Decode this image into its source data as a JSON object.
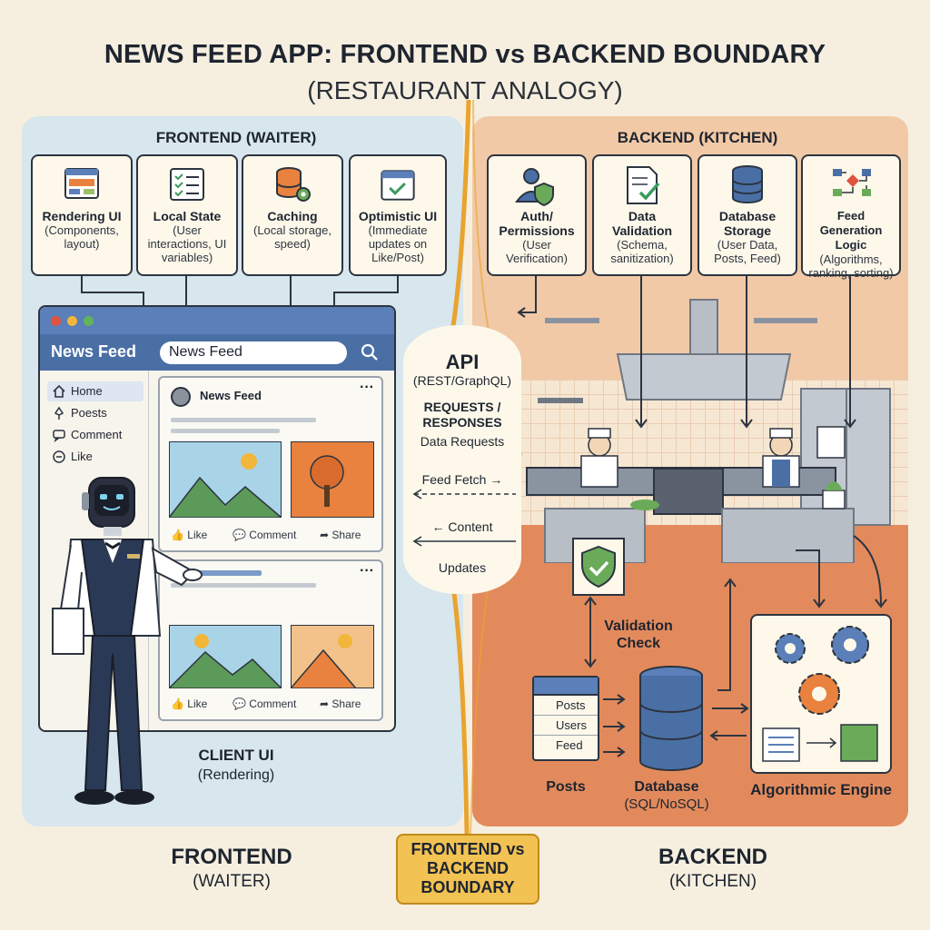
{
  "title": "NEWS FEED APP: FRONTEND vs BACKEND BOUNDARY",
  "subtitle": "(RESTAURANT ANALOGY)",
  "frontend": {
    "heading": "FRONTEND (WAITER)",
    "cards": [
      {
        "icon": "ui-layout-icon",
        "title": "Rendering UI",
        "desc": "(Components, layout)"
      },
      {
        "icon": "checklist-icon",
        "title": "Local State",
        "desc": "(User interactions, UI variables)"
      },
      {
        "icon": "database-gear-icon",
        "title": "Caching",
        "desc": "(Local storage, speed)"
      },
      {
        "icon": "calendar-check-icon",
        "title": "Optimistic UI",
        "desc": "(Immediate updates on Like/Post)"
      }
    ],
    "browser": {
      "app_title": "News Feed",
      "search_value": "News Feed",
      "sidebar": [
        {
          "icon": "home-icon",
          "label": "Home"
        },
        {
          "icon": "pin-icon",
          "label": "Poests"
        },
        {
          "icon": "comment-icon",
          "label": "Comment"
        },
        {
          "icon": "like-icon",
          "label": "Like"
        }
      ],
      "post1_title": "News Feed",
      "actions": {
        "like": "Like",
        "comment": "Comment",
        "share": "Share"
      }
    },
    "client_label": "CLIENT UI",
    "client_sub": "(Rendering)",
    "footer": "FRONTEND",
    "footer_sub": "(WAITER)"
  },
  "api": {
    "title": "API",
    "sub": "(REST/GraphQL)",
    "req_title": "REQUESTS / RESPONSES",
    "data_requests": "Data Requests",
    "feed_fetch": "Feed Fetch →",
    "content": "← Content",
    "updates": "Updates"
  },
  "boundary_label": "FRONTEND vs BACKEND BOUNDARY",
  "backend": {
    "heading": "BACKEND (KITCHEN)",
    "cards": [
      {
        "icon": "user-shield-icon",
        "title": "Auth/ Permissions",
        "desc": "(User Verification)"
      },
      {
        "icon": "document-check-icon",
        "title": "Data Validation",
        "desc": "(Schema, sanitization)"
      },
      {
        "icon": "database-icon",
        "title": "Database Storage",
        "desc": "(User Data, Posts, Feed)"
      },
      {
        "icon": "flowchart-icon",
        "title": "Feed Generation Logic",
        "desc": "(Algorithms, ranking, sorting)"
      }
    ],
    "validation": "Validation Check",
    "tables": [
      "Posts",
      "Users",
      "Feed"
    ],
    "posts_label": "Posts",
    "db_label": "Database",
    "db_sub": "(SQL/NoSQL)",
    "engine_label": "Algorithmic Engine",
    "footer": "BACKEND",
    "footer_sub": "(KITCHEN)"
  },
  "colors": {
    "frontend_bg": "#d8e6ee",
    "backend_bg": "#f2c9a6",
    "boundary": "#e8a42e",
    "nav": "#4a6fa5"
  }
}
